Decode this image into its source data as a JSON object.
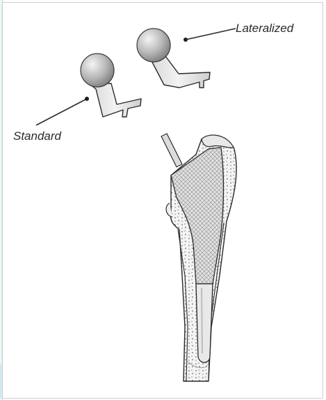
{
  "figure": {
    "labels": {
      "standard": "Standard",
      "lateralized": "Lateralized"
    },
    "components": {
      "standard_head_icon": "femoral-head-neck-trunnion",
      "lateralized_head_icon": "femoral-head-neck-trunnion",
      "stem_icon": "femoral-stem-in-bone-cross-section"
    },
    "colors": {
      "line": "#2a2a2a",
      "ball": "#b8b8b8",
      "neck": "#ececec",
      "bone": "#f7f7f7",
      "porous": "#d4d4d4",
      "frame": "#cfcfcf",
      "accent": "#cfe9ee"
    }
  }
}
